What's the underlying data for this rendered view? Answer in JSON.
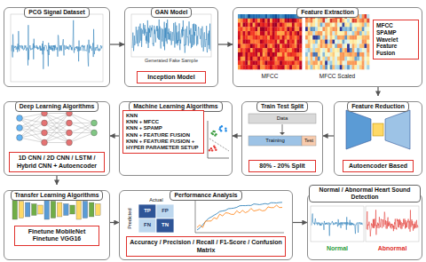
{
  "diagram": {
    "nodes": [
      {
        "text": [
          "PCG Signal Dataset"
        ]
      },
      {
        "text": [
          "GAN Model"
        ]
      },
      {
        "text": [
          "Inception Model"
        ],
        "in": 1
      },
      {
        "text": [
          "Feature Extraction"
        ]
      },
      {
        "text": [
          "MFCC",
          "SPAMP",
          "Wavelet",
          "Feature Fusion"
        ],
        "in": 3
      },
      {
        "text": [
          "Deep Learning Algorithms"
        ]
      },
      {
        "text": [
          "1D CNN / 2D CNN / LSTM / Hybrid CNN + Autoencoder"
        ],
        "in": 5
      },
      {
        "text": [
          "Machine Learning Algorithms"
        ]
      },
      {
        "text": [
          "KNN",
          "KNN + MFCC",
          "KNN + SPAMP",
          "KNN + FEATURE FUSION",
          "KNN + FEATURE FUSION + HYPER PARAMETER SETUP"
        ],
        "in": 7
      },
      {
        "text": [
          "Train Test Split"
        ]
      },
      {
        "text": [
          "80% - 20% Split"
        ],
        "in": 9
      },
      {
        "text": [
          "Feature Reduction"
        ]
      },
      {
        "text": [
          "Autoencoder Based"
        ],
        "in": 11
      },
      {
        "text": [
          "Transfer Learning Algorithms"
        ]
      },
      {
        "text": [
          "Finetune MobileNet",
          "Finetune VGG16"
        ],
        "in": 13
      },
      {
        "text": [
          "Performance Analysis"
        ]
      },
      {
        "text": [
          "Accuracy / Precision / Recall / F1-Score / Confusion Matrix"
        ],
        "in": 15
      },
      {
        "text": [
          "Normal / Abnormal Heart Sound Detection"
        ]
      }
    ],
    "edges": [
      {
        "from": 0,
        "to": 1,
        "arrow": "to"
      },
      {
        "from": 1,
        "to": 3,
        "arrow": "to"
      },
      {
        "from": 3,
        "to": 11,
        "arrow": "to"
      },
      {
        "from": 11,
        "to": 9,
        "arrow": "to"
      },
      {
        "from": 9,
        "to": 7,
        "arrow": "to"
      },
      {
        "from": 7,
        "to": 5,
        "arrow": "to"
      },
      {
        "from": 5,
        "to": 13,
        "arrow": "to"
      },
      {
        "from": 13,
        "to": 15,
        "arrow": "to"
      },
      {
        "from": 15,
        "to": 17,
        "arrow": "to"
      }
    ],
    "labels": [
      "Generated Fake Sample",
      "MFCC",
      "MFCC Scaled",
      "Data",
      "Training",
      "Test",
      "Actual",
      "Predicted",
      "TP",
      "FP",
      "FN",
      "TN",
      "Normal",
      "Abnormal"
    ]
  }
}
